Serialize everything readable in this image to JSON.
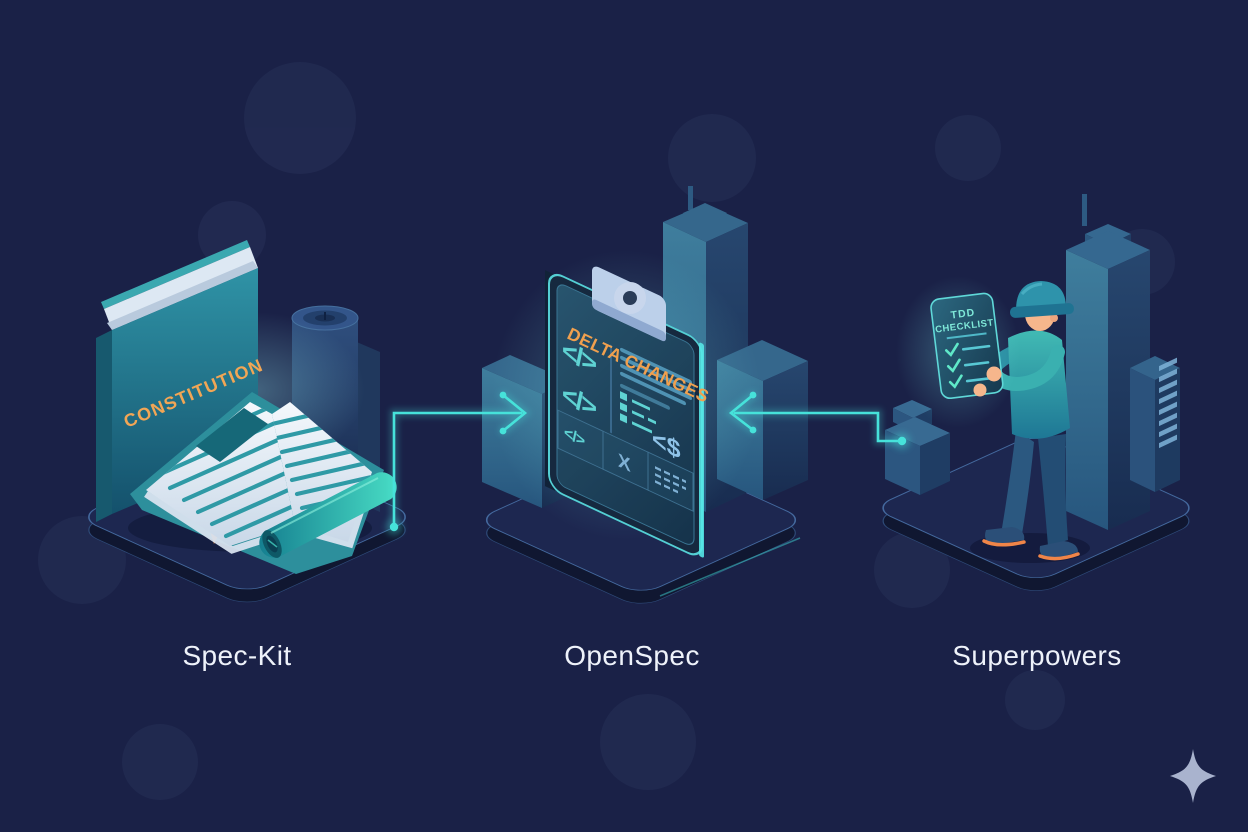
{
  "meta": {
    "background_color": "#1a2147",
    "accent_color": "#46e2da",
    "highlight_orange": "#f2a24e",
    "label_color": "#eef2fa",
    "sparkle_color": "#a9b3ce"
  },
  "scenes": [
    {
      "key": "spec-kit",
      "label": "Spec-Kit",
      "artifact": "constitution-book-with-scrolls",
      "book_title": "CONSTITUTION"
    },
    {
      "key": "openspec",
      "label": "OpenSpec",
      "artifact": "delta-changes-clipboard",
      "clipboard_title": "DELTA CHANGES",
      "code_glyph": "</>",
      "price_glyph": "<$",
      "x_glyph": "X"
    },
    {
      "key": "superpowers",
      "label": "Superpowers",
      "artifact": "engineer-with-checklist-tablet",
      "checklist_line1": "TDD",
      "checklist_line2": "CHECKLIST"
    }
  ],
  "connections": [
    {
      "from": "Spec-Kit",
      "to": "OpenSpec",
      "arrow_direction": "right"
    },
    {
      "from": "Superpowers",
      "to": "OpenSpec",
      "arrow_direction": "left"
    }
  ],
  "icons": {
    "sparkle": "four-point-star"
  }
}
